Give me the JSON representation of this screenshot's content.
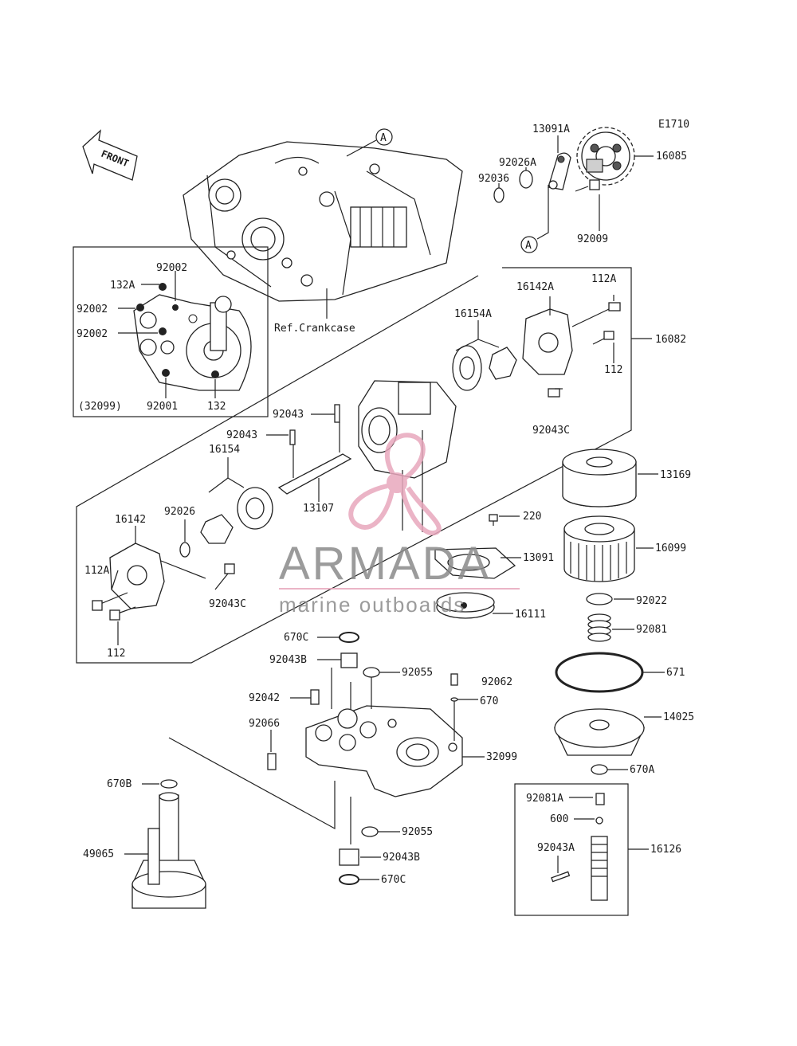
{
  "diagram_code": "E1710",
  "front_label": "FRONT",
  "ref_label": "Ref.Crankcase",
  "circle_marker": "A",
  "watermark": {
    "brand": "ARMADA",
    "tagline": "marine outboards",
    "color": "#e8a7bd",
    "text_color": "#8a8a8a"
  },
  "callouts": {
    "p13091A": "13091A",
    "p16085": "16085",
    "p92026A": "92026A",
    "p92036": "92036",
    "p92009": "92009",
    "p16142A": "16142A",
    "p112A_top": "112A",
    "p16154A": "16154A",
    "p16082": "16082",
    "p112_top": "112",
    "p92043C_top": "92043C",
    "p92002_a": "92002",
    "p132A": "132A",
    "p92002_b": "92002",
    "p92002_c": "92002",
    "p32099_paren": "(32099)",
    "p92001": "92001",
    "p132": "132",
    "p92043_a": "92043",
    "p92043_b": "92043",
    "p16154": "16154",
    "p13107": "13107",
    "p92026": "92026",
    "p16142": "16142",
    "p112A_left": "112A",
    "p92043C_left": "92043C",
    "p112_left": "112",
    "p13169": "13169",
    "p220": "220",
    "p16099": "16099",
    "p13091": "13091",
    "p92022": "92022",
    "p16111": "16111",
    "p92081": "92081",
    "p670C_a": "670C",
    "p92043B_a": "92043B",
    "p92055_a": "92055",
    "p92062": "92062",
    "p671": "671",
    "p92042": "92042",
    "p670": "670",
    "p92066": "92066",
    "p14025": "14025",
    "p32099": "32099",
    "p670A": "670A",
    "p670B": "670B",
    "p92081A": "92081A",
    "p600": "600",
    "p92055_b": "92055",
    "p49065": "49065",
    "p92043A": "92043A",
    "p16126": "16126",
    "p92043B_b": "92043B",
    "p670C_b": "670C"
  }
}
